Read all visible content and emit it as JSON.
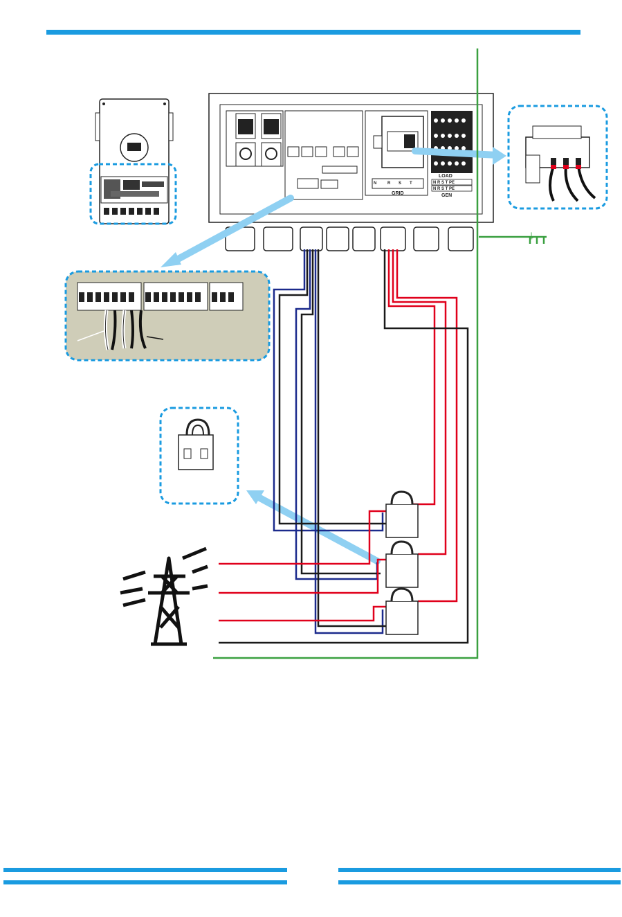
{
  "colors": {
    "accent": "#1a9be0",
    "phase": "#e0001b",
    "neutral": "#1a1a1a",
    "signal": "#1b2a8c",
    "earth": "#3aa040",
    "panel": "#cfcdb8"
  },
  "inverter": {
    "grid_label": "GRID",
    "load_label": "LOAD",
    "gen_label": "GEN",
    "load_terminals": "N  R  S  T  PE",
    "gen_terminals": "N  R  S  T  PE",
    "grid_terminals": [
      "N",
      "R",
      "S",
      "T"
    ]
  },
  "icons": {
    "earth": "ground-symbol-icon",
    "pylon": "transmission-tower-icon",
    "ct": "current-transformer-icon",
    "breaker": "circuit-breaker-icon"
  }
}
